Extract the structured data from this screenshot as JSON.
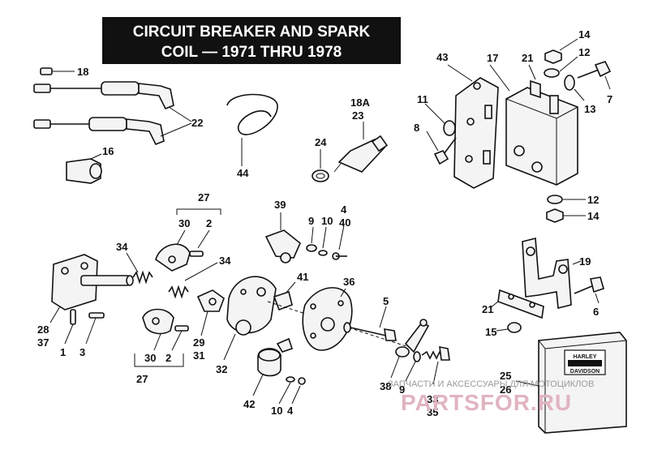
{
  "title": {
    "line1": "CIRCUIT BREAKER AND SPARK",
    "line2": "COIL — 1971 THRU 1978"
  },
  "watermark": {
    "caption": "ЗАПЧАСТИ И АКСЕССУАРЫ ДЛЯ МОТОЦИКЛОВ",
    "logo": "PARTSFOR.RU"
  },
  "parts_box": {
    "brand_top": "HARLEY",
    "brand_bottom": "DAVIDSON"
  },
  "labels": {
    "p18": "18",
    "p22": "22",
    "p16": "16",
    "p44": "44",
    "p18a": "18A",
    "p23": "23",
    "p24": "24",
    "p43": "43",
    "p17": "17",
    "p21a": "21",
    "p14a": "14",
    "p12a": "12",
    "p7": "7",
    "p13": "13",
    "p11": "11",
    "p8": "8",
    "p12b": "12",
    "p14b": "14",
    "p27a": "27",
    "p30a": "30",
    "p2a": "2",
    "p39": "39",
    "p9a": "9",
    "p10a": "10",
    "p4a": "4",
    "p40": "40",
    "p34a": "34",
    "p34b": "34",
    "p41": "41",
    "p36": "36",
    "p5": "5",
    "p19": "19",
    "p21b": "21",
    "p6": "6",
    "p15": "15",
    "p28": "28",
    "p37": "37",
    "p1": "1",
    "p3": "3",
    "p29": "29",
    "p31": "31",
    "p30b": "30",
    "p2b": "2",
    "p27b": "27",
    "p32": "32",
    "p42": "42",
    "p10b": "10",
    "p4b": "4",
    "p38": "38",
    "p9b": "9",
    "p33": "33",
    "p35": "35",
    "p25": "25",
    "p26": "26"
  }
}
